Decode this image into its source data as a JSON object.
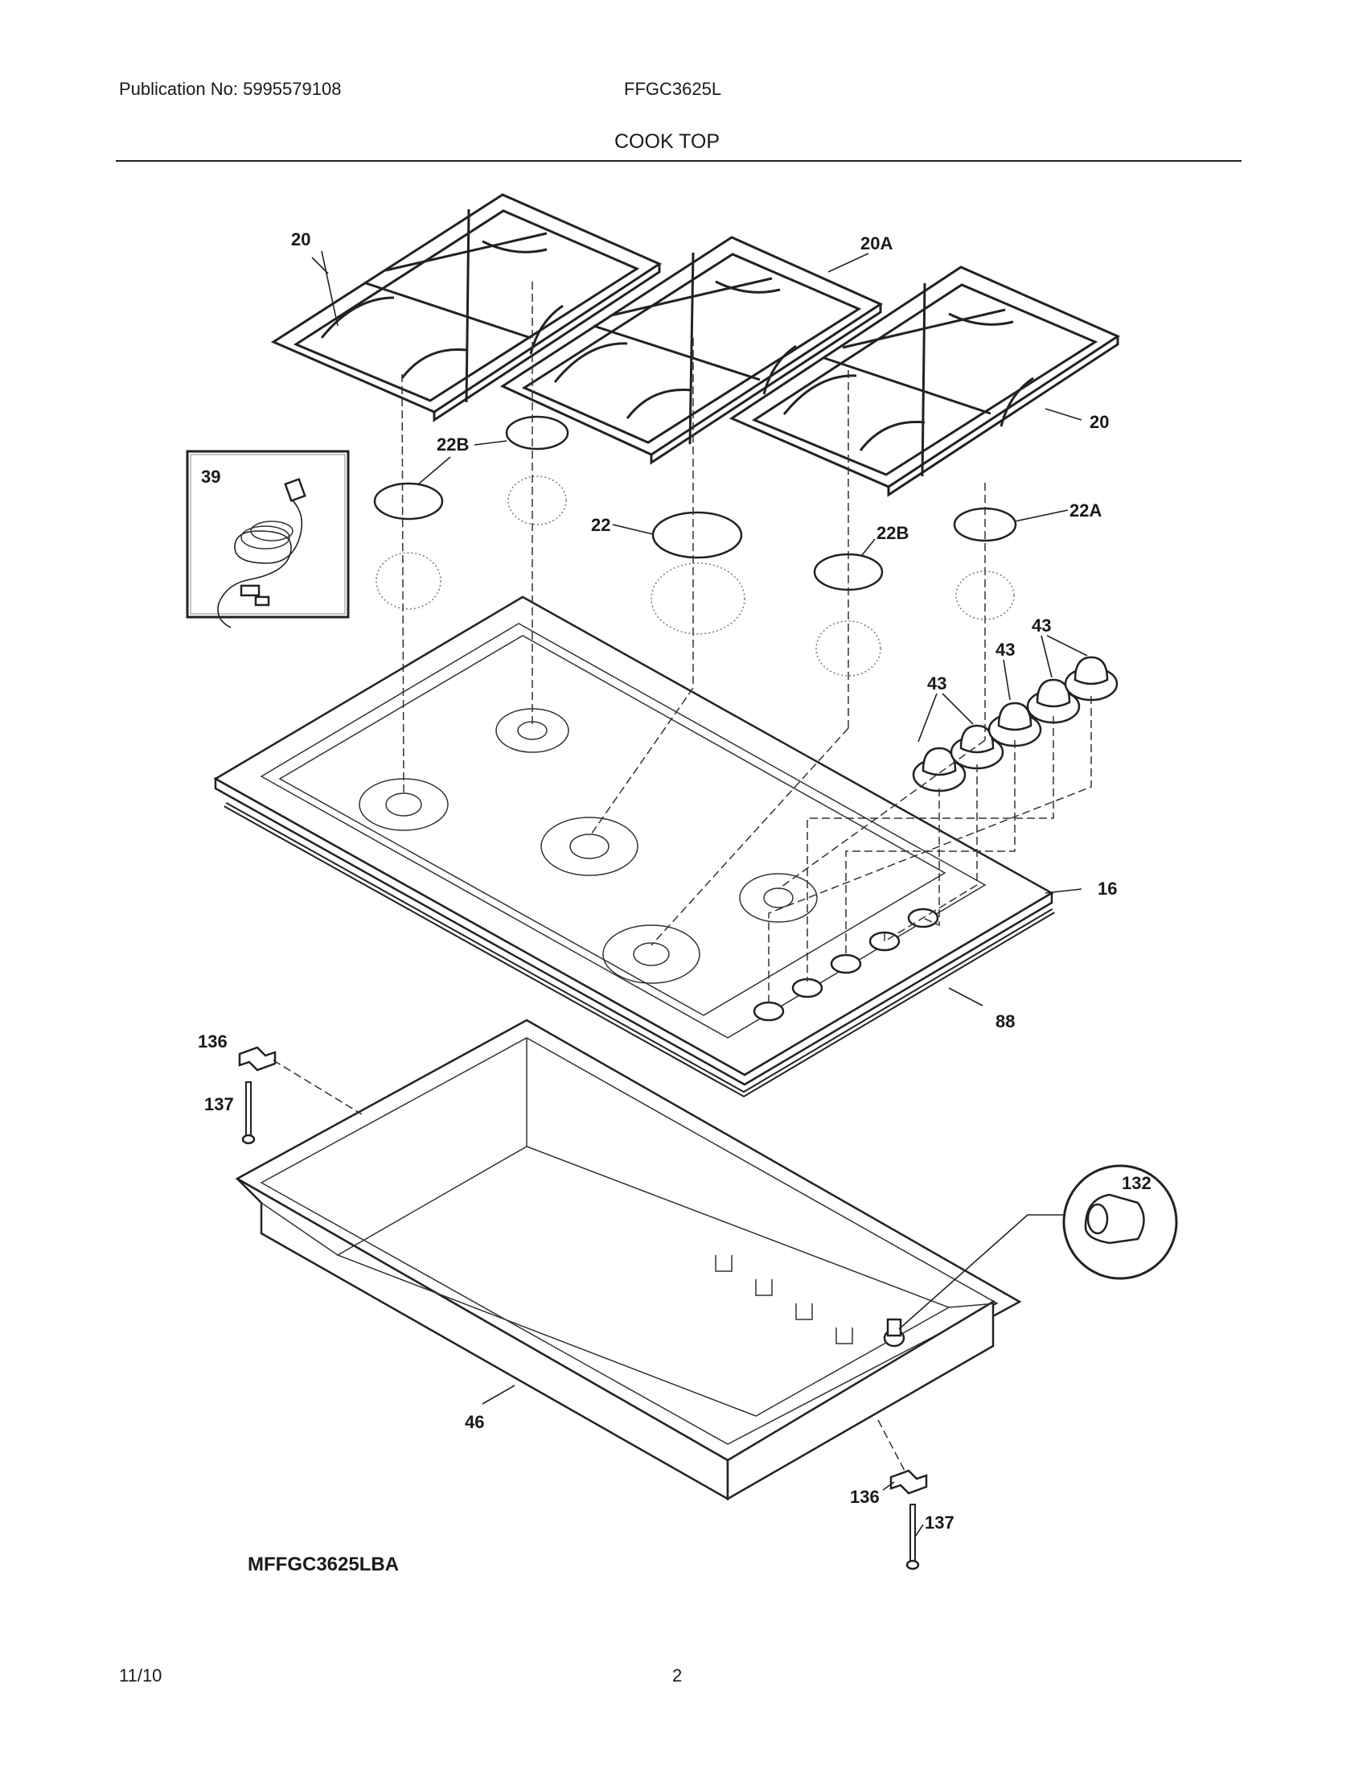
{
  "header": {
    "publication": "Publication No: 5995579108",
    "model": "FFGC3625L",
    "section": "COOK TOP"
  },
  "callouts": {
    "grate_left": "20",
    "grate_center": "20A",
    "grate_right": "20",
    "cap_left": "22B",
    "cap_center": "22",
    "cap_center_right": "22B",
    "cap_right": "22A",
    "power_cord": "39",
    "knob_pair": "43",
    "knob_single": "43",
    "knob_right_pair": "43",
    "cooktop": "16",
    "gasket": "88",
    "bracket_left": "136",
    "screw_left": "137",
    "burner_box": "46",
    "valve_inset": "132",
    "bracket_right": "136",
    "screw_right": "137"
  },
  "diagram_code": "MFFGC3625LBA",
  "footer": {
    "date": "11/10",
    "page": "2"
  }
}
